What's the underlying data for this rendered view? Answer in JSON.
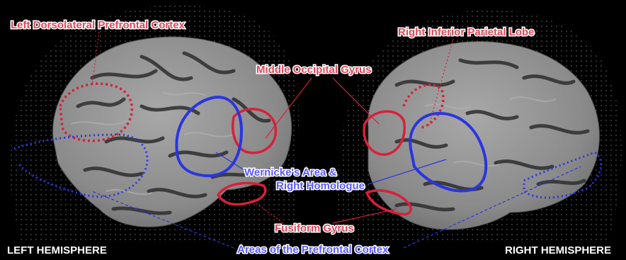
{
  "labels": {
    "left_dlpfc": "Left Dorsolateral Prefrontal Cortex",
    "right_ipl": "Right Inferior Parietal Lobe",
    "middle_occipital": "Middle Occipital Gyrus",
    "wernicke_line1": "Wernicke's Area &",
    "wernicke_line2": "Right Homologue",
    "fusiform": "Fusiform Gyrus",
    "prefrontal": "Areas of the Prefrontal Cortex",
    "left_hemisphere": "LEFT HEMISPHERE",
    "right_hemisphere": "RIGHT HEMISPHERE"
  },
  "colors": {
    "background": "#000000",
    "cortex": "#8a8a8a",
    "sulcus": "#3a3a3a",
    "red_region": "#d8203a",
    "blue_region": "#2a35e0",
    "head_dots": "#9a9a9a"
  }
}
